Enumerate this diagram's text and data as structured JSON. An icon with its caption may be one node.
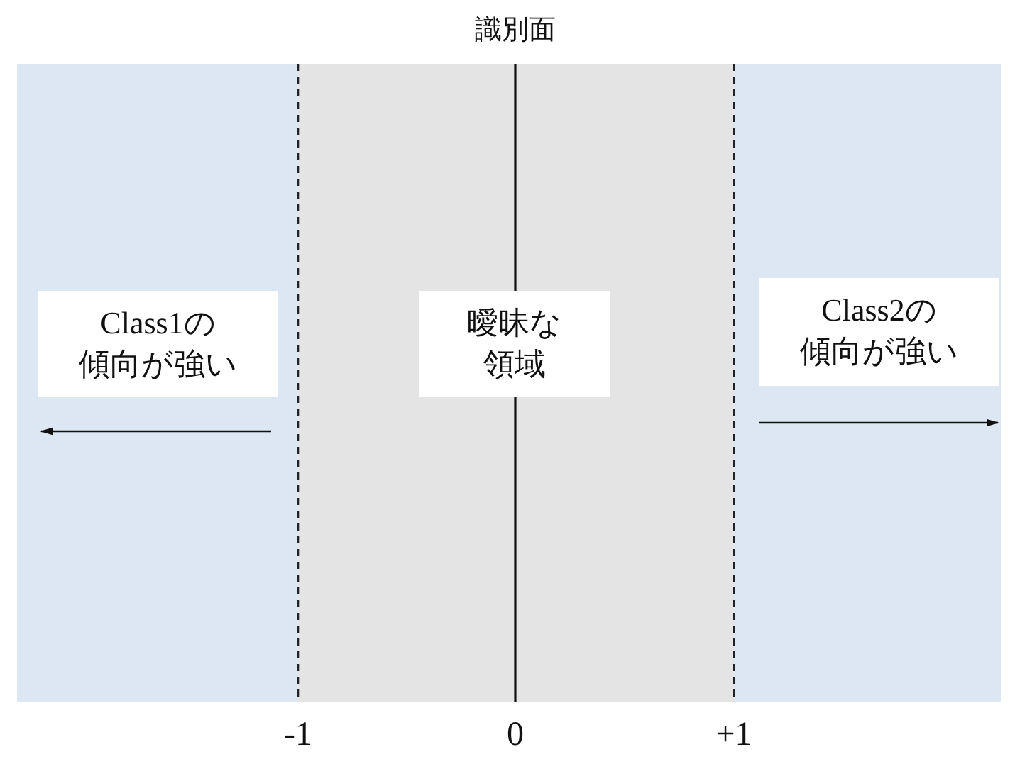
{
  "diagram": {
    "nodes": [
      {
        "text": [],
        "shape": "box"
      },
      {
        "text": [
          "Class1の傾向が強い"
        ],
        "in": 0
      },
      {
        "text": [],
        "shape": "box"
      },
      {
        "text": [
          "曖昧な領域"
        ],
        "in": 2
      },
      {
        "text": [],
        "shape": "box"
      },
      {
        "text": [
          "Class2の傾向が強い"
        ],
        "in": 4
      }
    ],
    "labels": [
      "識別面",
      "-1",
      "0",
      "+1"
    ]
  }
}
